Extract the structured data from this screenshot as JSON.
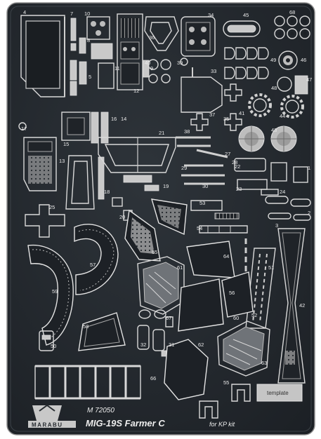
{
  "sheet": {
    "catalog_number": "M 72050",
    "subject": "MIG-19S Farmer C",
    "compatibility": "for KP kit",
    "template_label": "template",
    "brand_text": "MARABU",
    "colors": {
      "plate": "#262b30",
      "etch": "#d4d4d4",
      "background": "#ffffff"
    }
  },
  "part_numbers": [
    "1",
    "2",
    "3",
    "4",
    "5",
    "6",
    "7",
    "8",
    "9",
    "10",
    "11",
    "12",
    "13",
    "14",
    "15",
    "16",
    "17",
    "18",
    "19",
    "20",
    "21",
    "22",
    "23",
    "24",
    "25",
    "26",
    "27",
    "28",
    "29",
    "30",
    "31",
    "32",
    "33",
    "34",
    "35",
    "36",
    "37",
    "38",
    "39",
    "40",
    "41",
    "42",
    "43",
    "44",
    "45",
    "46",
    "47",
    "48",
    "49",
    "50",
    "51",
    "52",
    "53",
    "54",
    "55",
    "56",
    "57",
    "58",
    "59",
    "60",
    "61",
    "62",
    "63",
    "64",
    "65",
    "66",
    "67",
    "68"
  ]
}
